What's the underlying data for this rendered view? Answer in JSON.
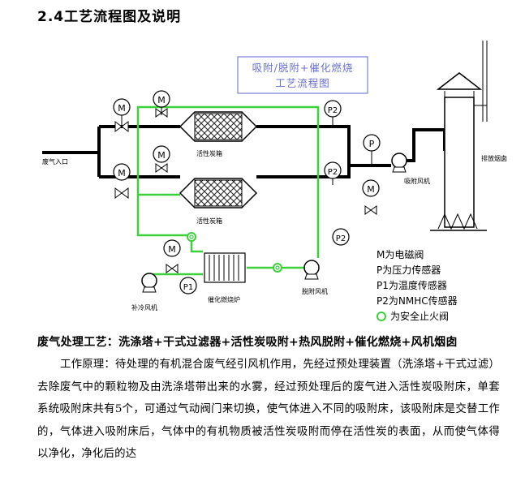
{
  "section_heading": "2.4工艺流程图及说明",
  "diagram": {
    "title_line1": "吸附/脱附+催化燃烧",
    "title_line2": "工艺流程图",
    "inlet_label": "废气入口",
    "bed_label_top": "活性炭箱",
    "bed_label_bottom": "活性炭箱",
    "adsorption_fan_label": "吸附风机",
    "stack_label": "排放烟囱",
    "desorption_fan_label": "脱附风机",
    "catalytic_label": "催化燃烧炉",
    "makeup_fan_label": "补冷风机",
    "sensor_m": "M",
    "sensor_p": "P",
    "sensor_p1": "P1",
    "sensor_p2": "P2",
    "legend": [
      "M为电磁阀",
      "P为压力传感器",
      "P1为温度传感器",
      "P2为NMHC传感器",
      "为安全止火阀"
    ],
    "colors": {
      "green_line": "#3ad13a",
      "black_line": "#000000",
      "title_box": "#7b7fd6"
    }
  },
  "process_line": "废气处理工艺：洗涤塔+干式过滤器+活性炭吸附+热风脱附+催化燃烧+风机烟囱",
  "paragraph": "工作原理：待处理的有机混合废气经引风机作用，先经过预处理装置（洗涤塔+干式过滤）去除废气中的颗粒物及由洗涤塔带出来的水雾，经过预处理后的废气进入活性炭吸附床，单套系统吸附床共有5个，可通过气动阀门来切换，使气体进入不同的吸附床，该吸附床是交替工作的，气体进入吸附床后，气体中的有机物质被活性炭吸附而停在活性炭的表面，从而使气体得以净化，净化后的达"
}
